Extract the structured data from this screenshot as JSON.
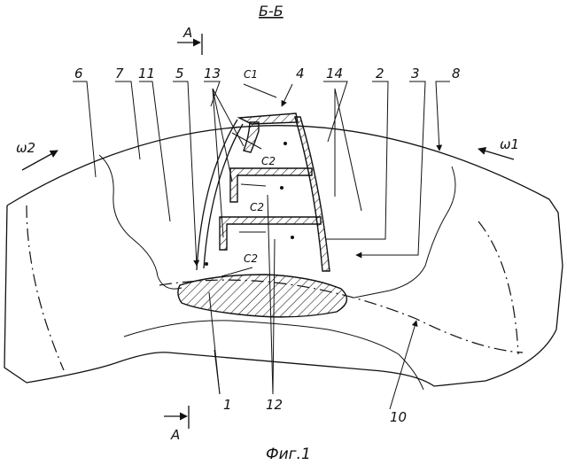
{
  "section_title": "Б-Б",
  "caption": "Фиг.1",
  "section_marks": {
    "top": "А",
    "bottom": "А"
  },
  "speed_labels": {
    "left": "ω2",
    "right": "ω1"
  },
  "gap_labels": {
    "c1": "С1",
    "c2a": "С2",
    "c2b": "С2",
    "c2c": "С2"
  },
  "part_numbers": {
    "p6": "6",
    "p7": "7",
    "p11": "11",
    "p5": "5",
    "p13": "13",
    "p4": "4",
    "p14": "14",
    "p2": "2",
    "p3": "3",
    "p8": "8",
    "p1": "1",
    "p12": "12",
    "p10": "10"
  }
}
